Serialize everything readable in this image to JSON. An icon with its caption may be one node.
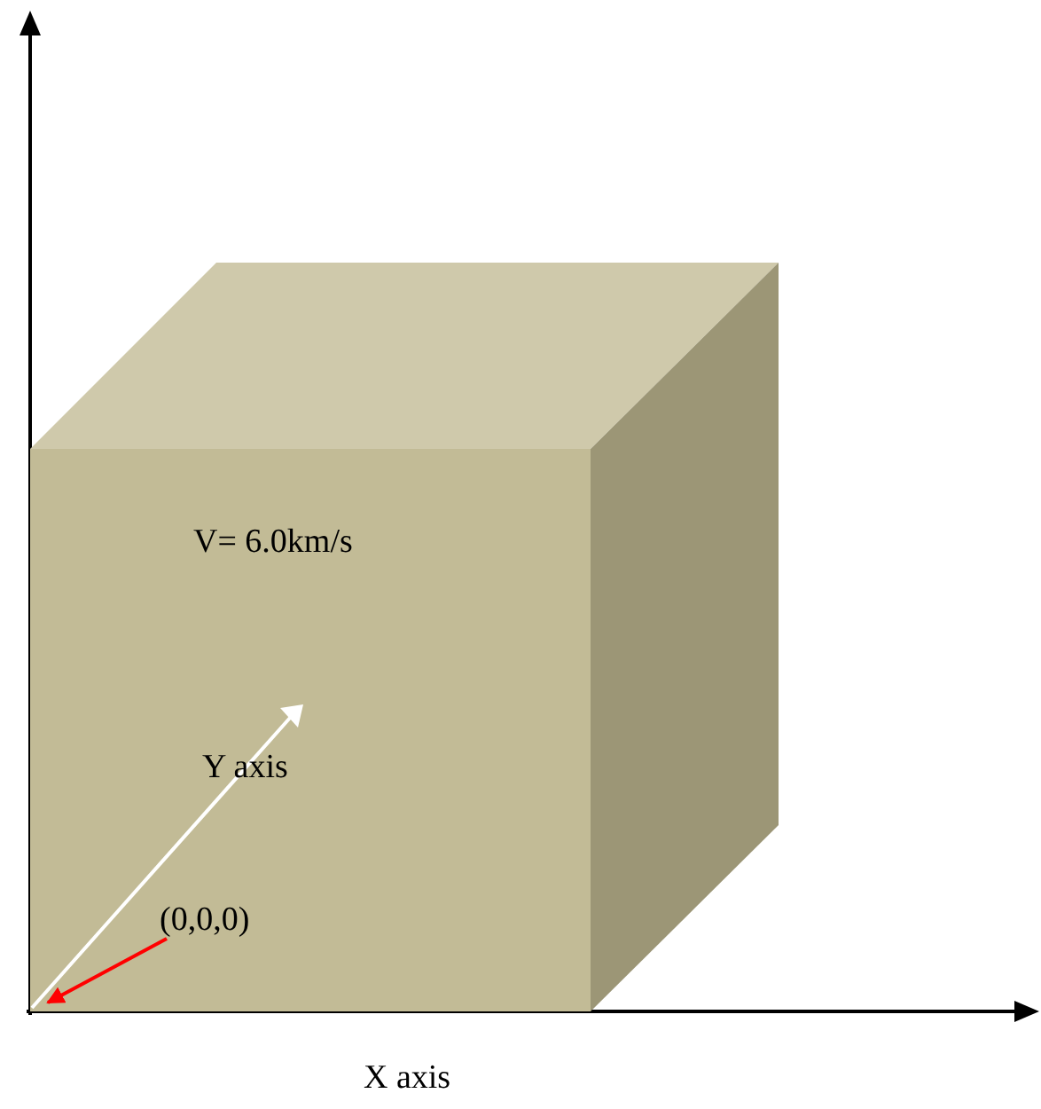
{
  "diagram": {
    "nodes": [
      {
        "text": [
          "V= 6.0km/s"
        ]
      },
      {
        "text": [
          "(0,0,0)"
        ],
        "in": 0
      }
    ],
    "edges": [
      {
        "from": 1,
        "to": 0,
        "arrow": "to"
      }
    ],
    "labels": [
      "Y axis",
      "X axis"
    ]
  }
}
